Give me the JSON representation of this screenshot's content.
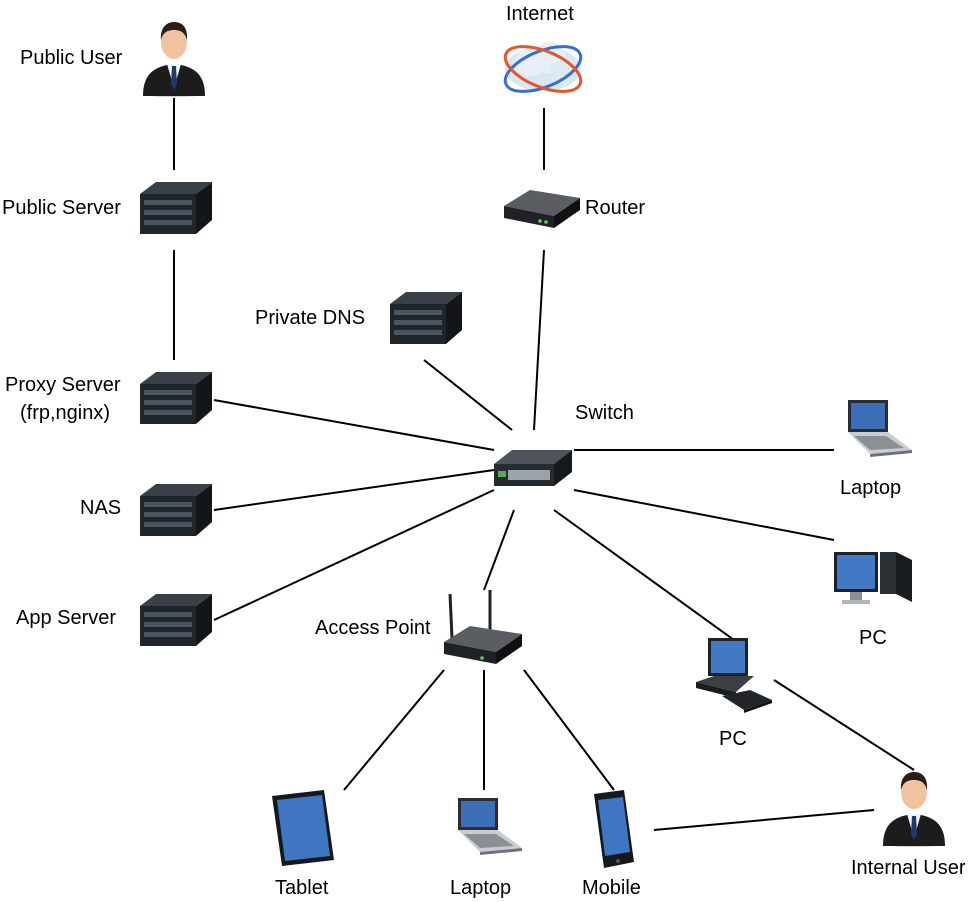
{
  "nodes": {
    "internet": "Internet",
    "public_user": "Public User",
    "public_server": "Public Server",
    "router": "Router",
    "private_dns": "Private DNS",
    "proxy_server": "Proxy Server",
    "proxy_server_sub": "(frp,nginx)",
    "switch": "Switch",
    "nas": "NAS",
    "app_server": "App Server",
    "access_point": "Access Point",
    "laptop_right": "Laptop",
    "pc_right": "PC",
    "pc_lower": "PC",
    "tablet": "Tablet",
    "laptop_bottom": "Laptop",
    "mobile": "Mobile",
    "internal_user": "Internal User"
  }
}
